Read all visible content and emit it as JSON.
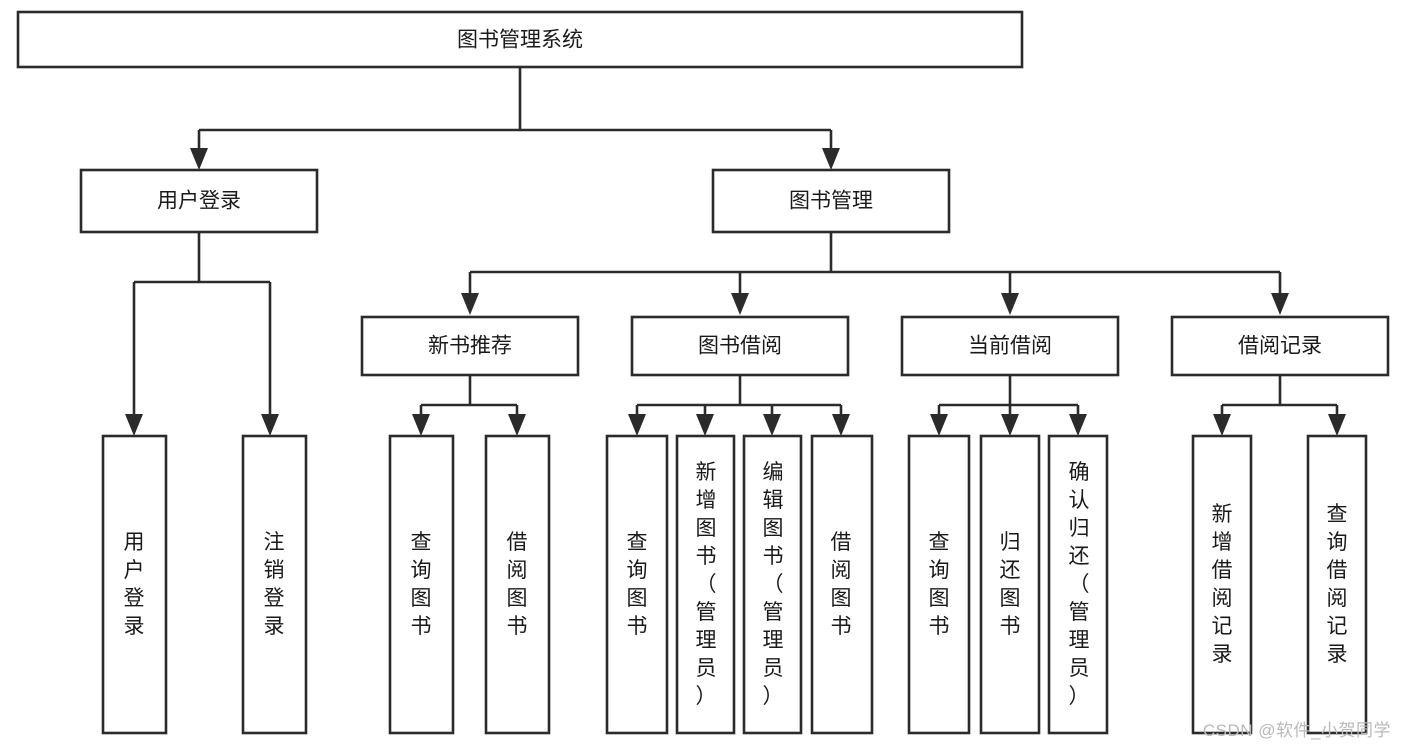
{
  "diagram": {
    "type": "tree",
    "title": "图书管理系统",
    "watermark": "CSDN @软件_小贺同学",
    "root": {
      "id": "root",
      "label": "图书管理系统",
      "orientation": "horizontal"
    },
    "level2": [
      {
        "id": "user-login",
        "label": "用户登录",
        "orientation": "horizontal"
      },
      {
        "id": "book-manage",
        "label": "图书管理",
        "orientation": "horizontal"
      }
    ],
    "level3": [
      {
        "id": "new-book-recommend",
        "label": "新书推荐",
        "orientation": "horizontal",
        "parent": "book-manage"
      },
      {
        "id": "book-borrow",
        "label": "图书借阅",
        "orientation": "horizontal",
        "parent": "book-manage"
      },
      {
        "id": "current-borrow",
        "label": "当前借阅",
        "orientation": "horizontal",
        "parent": "book-manage"
      },
      {
        "id": "borrow-record",
        "label": "借阅记录",
        "orientation": "horizontal",
        "parent": "book-manage"
      }
    ],
    "leaves": [
      {
        "id": "leaf-user-login",
        "label": "用户登录",
        "orientation": "vertical",
        "parent": "user-login"
      },
      {
        "id": "leaf-user-logout",
        "label": "注销登录",
        "orientation": "vertical",
        "parent": "user-login"
      },
      {
        "id": "leaf-query-book-1",
        "label": "查询图书",
        "orientation": "vertical",
        "parent": "new-book-recommend"
      },
      {
        "id": "leaf-borrow-book-1",
        "label": "借阅图书",
        "orientation": "vertical",
        "parent": "new-book-recommend"
      },
      {
        "id": "leaf-query-book-2",
        "label": "查询图书",
        "orientation": "vertical",
        "parent": "book-borrow"
      },
      {
        "id": "leaf-add-book",
        "label": "新增图书（管理员）",
        "orientation": "vertical",
        "parent": "book-borrow"
      },
      {
        "id": "leaf-edit-book",
        "label": "编辑图书（管理员）",
        "orientation": "vertical",
        "parent": "book-borrow"
      },
      {
        "id": "leaf-borrow-book-2",
        "label": "借阅图书",
        "orientation": "vertical",
        "parent": "book-borrow"
      },
      {
        "id": "leaf-query-book-3",
        "label": "查询图书",
        "orientation": "vertical",
        "parent": "current-borrow"
      },
      {
        "id": "leaf-return-book",
        "label": "归还图书",
        "orientation": "vertical",
        "parent": "current-borrow"
      },
      {
        "id": "leaf-confirm-return",
        "label": "确认归还（管理员）",
        "orientation": "vertical",
        "parent": "current-borrow"
      },
      {
        "id": "leaf-add-record",
        "label": "新增借阅记录",
        "orientation": "vertical",
        "parent": "borrow-record"
      },
      {
        "id": "leaf-query-record",
        "label": "查询借阅记录",
        "orientation": "vertical",
        "parent": "borrow-record"
      }
    ],
    "colors": {
      "stroke": "#2b2b2b",
      "box_fill": "#ffffff",
      "text": "#1a1a1a",
      "background": "#ffffff",
      "watermark": "#b9b9b9"
    }
  }
}
